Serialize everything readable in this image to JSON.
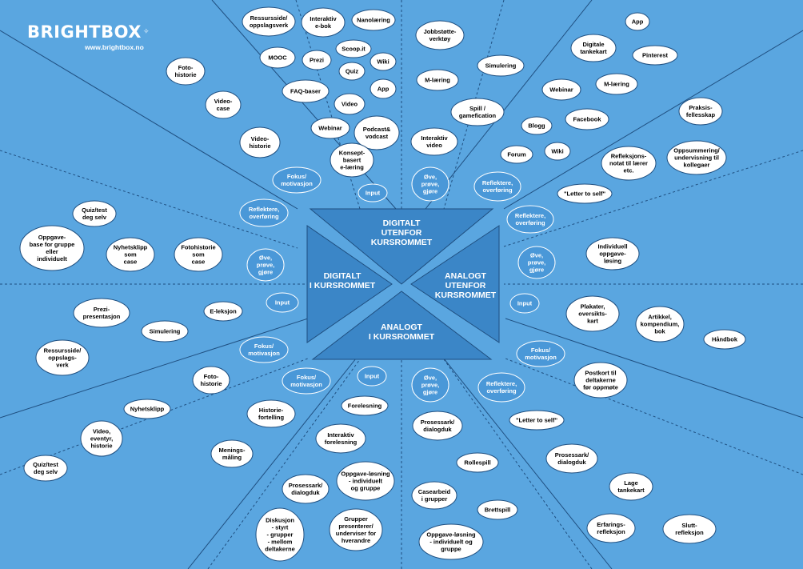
{
  "brand": {
    "name": "BRIGHTBOX",
    "url": "www.brightbox.no"
  },
  "colors": {
    "background": "#5aa6e0",
    "center": "#3b86c7",
    "label_bubble": "#4a98d8",
    "bubble": "#ffffff",
    "ink": "#000000",
    "line": "#1f4f80"
  },
  "quadrants": [
    {
      "id": "top",
      "lines": [
        "DIGITALT",
        "UTENFOR",
        "KURSROMMET"
      ]
    },
    {
      "id": "left",
      "lines": [
        "DIGITALT",
        "I KURSROMMET"
      ]
    },
    {
      "id": "right",
      "lines": [
        "ANALOGT",
        "UTENFOR",
        "KURSROMMET"
      ]
    },
    {
      "id": "bottom",
      "lines": [
        "ANALOGT",
        "I KURSROMMET"
      ]
    }
  ],
  "phase_labels": [
    {
      "id": "fokus-top",
      "lines": [
        "Fokus/",
        "motivasjon"
      ]
    },
    {
      "id": "input-top",
      "lines": [
        "Input"
      ]
    },
    {
      "id": "ove-top",
      "lines": [
        "Øve,",
        "prøve,",
        "gjøre"
      ]
    },
    {
      "id": "reflektere-top",
      "lines": [
        "Reflektere,",
        "overføring"
      ]
    },
    {
      "id": "reflektere-left",
      "lines": [
        "Reflektere,",
        "overføring"
      ]
    },
    {
      "id": "ove-left",
      "lines": [
        "Øve,",
        "prøve,",
        "gjøre"
      ]
    },
    {
      "id": "input-left",
      "lines": [
        "Input"
      ]
    },
    {
      "id": "fokus-left",
      "lines": [
        "Fokus/",
        "motivasjon"
      ]
    },
    {
      "id": "reflektere-right",
      "lines": [
        "Reflektere,",
        "overføring"
      ]
    },
    {
      "id": "ove-right",
      "lines": [
        "Øve,",
        "prøve,",
        "gjøre"
      ]
    },
    {
      "id": "input-right",
      "lines": [
        "Input"
      ]
    },
    {
      "id": "fokus-right",
      "lines": [
        "Fokus/",
        "motivasjon"
      ]
    },
    {
      "id": "fokus-bottom",
      "lines": [
        "Fokus/",
        "motivasjon"
      ]
    },
    {
      "id": "input-bottom",
      "lines": [
        "Input"
      ]
    },
    {
      "id": "ove-bottom",
      "lines": [
        "Øve,",
        "prøve,",
        "gjøre"
      ]
    },
    {
      "id": "reflektere-bottom",
      "lines": [
        "Reflektere,",
        "overføring"
      ]
    }
  ],
  "bubbles": [
    {
      "id": "ressursside-top",
      "lines": [
        "Ressursside/",
        "oppslagsverk"
      ]
    },
    {
      "id": "interaktiv-ebok",
      "lines": [
        "Interaktiv",
        "e-bok"
      ]
    },
    {
      "id": "nanolaering",
      "lines": [
        "Nanolæring"
      ]
    },
    {
      "id": "mooc",
      "lines": [
        "MOOC"
      ]
    },
    {
      "id": "prezi-top",
      "lines": [
        "Prezi"
      ]
    },
    {
      "id": "scoopit",
      "lines": [
        "Scoop.it"
      ]
    },
    {
      "id": "quiz-top",
      "lines": [
        "Quiz"
      ]
    },
    {
      "id": "wiki-top",
      "lines": [
        "Wiki"
      ]
    },
    {
      "id": "faq",
      "lines": [
        "FAQ-baser"
      ]
    },
    {
      "id": "app-top",
      "lines": [
        "App"
      ]
    },
    {
      "id": "video-top",
      "lines": [
        "Video"
      ]
    },
    {
      "id": "webinar-top",
      "lines": [
        "Webinar"
      ]
    },
    {
      "id": "podcast",
      "lines": [
        "Podcast&",
        "vodcast"
      ]
    },
    {
      "id": "konseptbasert",
      "lines": [
        "Konsept-",
        "basert",
        "e-læring"
      ]
    },
    {
      "id": "fotohistorie-top",
      "lines": [
        "Foto-",
        "historie"
      ]
    },
    {
      "id": "videocase",
      "lines": [
        "Video-",
        "case"
      ]
    },
    {
      "id": "videohistorie",
      "lines": [
        "Video-",
        "historie"
      ]
    },
    {
      "id": "jobbstotte",
      "lines": [
        "Jobbstøtte-",
        "verktøy"
      ]
    },
    {
      "id": "simulering-top",
      "lines": [
        "Simulering"
      ]
    },
    {
      "id": "mlaering-top",
      "lines": [
        "M-læring"
      ]
    },
    {
      "id": "spill",
      "lines": [
        "Spill /",
        "gamefication"
      ]
    },
    {
      "id": "interaktiv-video",
      "lines": [
        "Interaktiv",
        "video"
      ]
    },
    {
      "id": "app-right",
      "lines": [
        "App"
      ]
    },
    {
      "id": "digitale-tankekart",
      "lines": [
        "Digitale",
        "tankekart"
      ]
    },
    {
      "id": "pinterest",
      "lines": [
        "Pinterest"
      ]
    },
    {
      "id": "webinar-right",
      "lines": [
        "Webinar"
      ]
    },
    {
      "id": "mlaering-right",
      "lines": [
        "M-læring"
      ]
    },
    {
      "id": "blogg",
      "lines": [
        "Blogg"
      ]
    },
    {
      "id": "facebook",
      "lines": [
        "Facebook"
      ]
    },
    {
      "id": "forum",
      "lines": [
        "Forum"
      ]
    },
    {
      "id": "wiki-right",
      "lines": [
        "Wiki"
      ]
    },
    {
      "id": "praksisfellesskap",
      "lines": [
        "Praksis-",
        "fellesskap"
      ]
    },
    {
      "id": "refleksjonsnotat",
      "lines": [
        "Refleksjons-",
        "notat til lærer",
        "etc."
      ]
    },
    {
      "id": "oppsummering",
      "lines": [
        "Oppsummering/",
        "undervisning til",
        "kollegaer"
      ]
    },
    {
      "id": "letter-top",
      "lines": [
        "\"Letter to self\""
      ]
    },
    {
      "id": "quiz-left-top",
      "lines": [
        "Quiz/test",
        "deg selv"
      ]
    },
    {
      "id": "oppgavebase",
      "lines": [
        "Oppgave-",
        "base for gruppe",
        "eller",
        "individuelt"
      ]
    },
    {
      "id": "nyhetsklipp-case",
      "lines": [
        "Nyhetsklipp",
        "som",
        "case"
      ]
    },
    {
      "id": "fotohistorie-case",
      "lines": [
        "Fotohistorie",
        "som",
        "case"
      ]
    },
    {
      "id": "individuell-oppgave",
      "lines": [
        "Individuell",
        "oppgave-",
        "løsing"
      ]
    },
    {
      "id": "prezi-presentasjon",
      "lines": [
        "Prezi-",
        "presentasjon"
      ]
    },
    {
      "id": "eleksjon",
      "lines": [
        "E-leksjon"
      ]
    },
    {
      "id": "simulering-left",
      "lines": [
        "Simulering"
      ]
    },
    {
      "id": "ressursside-left",
      "lines": [
        "Ressursside/",
        "oppslags-",
        "verk"
      ]
    },
    {
      "id": "fotohistorie-left",
      "lines": [
        "Foto-",
        "historie"
      ]
    },
    {
      "id": "nyhetsklipp",
      "lines": [
        "Nyhetsklipp"
      ]
    },
    {
      "id": "video-eventyr",
      "lines": [
        "Video,",
        "eventyr,",
        "historie"
      ]
    },
    {
      "id": "quiz-left-bottom",
      "lines": [
        "Quiz/test",
        "deg selv"
      ]
    },
    {
      "id": "plakater",
      "lines": [
        "Plakater,",
        "oversikts-",
        "kart"
      ]
    },
    {
      "id": "artikkel",
      "lines": [
        "Artikkel,",
        "kompendium,",
        "bok"
      ]
    },
    {
      "id": "handbok",
      "lines": [
        "Håndbok"
      ]
    },
    {
      "id": "postkort",
      "lines": [
        "Postkort til",
        "deltakerne",
        "før oppmøte"
      ]
    },
    {
      "id": "letter-bottom",
      "lines": [
        "\"Letter to self\""
      ]
    },
    {
      "id": "prosessark-right",
      "lines": [
        "Prosessark/",
        "dialogduk"
      ]
    },
    {
      "id": "lage-tankekart",
      "lines": [
        "Lage",
        "tankekart"
      ]
    },
    {
      "id": "erfaringsrefleksjon",
      "lines": [
        "Erfarings-",
        "refleksjon"
      ]
    },
    {
      "id": "sluttrefleksjon",
      "lines": [
        "Slutt-",
        "refleksjon"
      ]
    },
    {
      "id": "historiefortelling",
      "lines": [
        "Historie-",
        "fortelling"
      ]
    },
    {
      "id": "meningsmaling",
      "lines": [
        "Menings-",
        "måling"
      ]
    },
    {
      "id": "forelesning",
      "lines": [
        "Forelesning"
      ]
    },
    {
      "id": "interaktiv-forelesning",
      "lines": [
        "Interaktiv",
        "forelesning"
      ]
    },
    {
      "id": "prosessark-bottom",
      "lines": [
        "Prosessark/",
        "dialogduk"
      ]
    },
    {
      "id": "oppgavelosning-gruppe",
      "lines": [
        "Oppgave-løsning",
        "- individuelt",
        "og gruppe"
      ]
    },
    {
      "id": "diskusjon",
      "lines": [
        "Diskusjon",
        "- styrt",
        "- grupper",
        "- mellom",
        "deltakerne"
      ]
    },
    {
      "id": "grupper-presenterer",
      "lines": [
        "Grupper",
        "presenterer/",
        "underviser for",
        "hverandre"
      ]
    },
    {
      "id": "prosessark-dialogduk",
      "lines": [
        "Prosessark/",
        "dialogduk"
      ]
    },
    {
      "id": "rollespill",
      "lines": [
        "Rollespill"
      ]
    },
    {
      "id": "casearbeid",
      "lines": [
        "Casearbeid",
        "i grupper"
      ]
    },
    {
      "id": "brettspill",
      "lines": [
        "Brettspill"
      ]
    },
    {
      "id": "oppgavelosning-bottom",
      "lines": [
        "Oppgave-løsning",
        "- individuelt og",
        "gruppe"
      ]
    }
  ]
}
